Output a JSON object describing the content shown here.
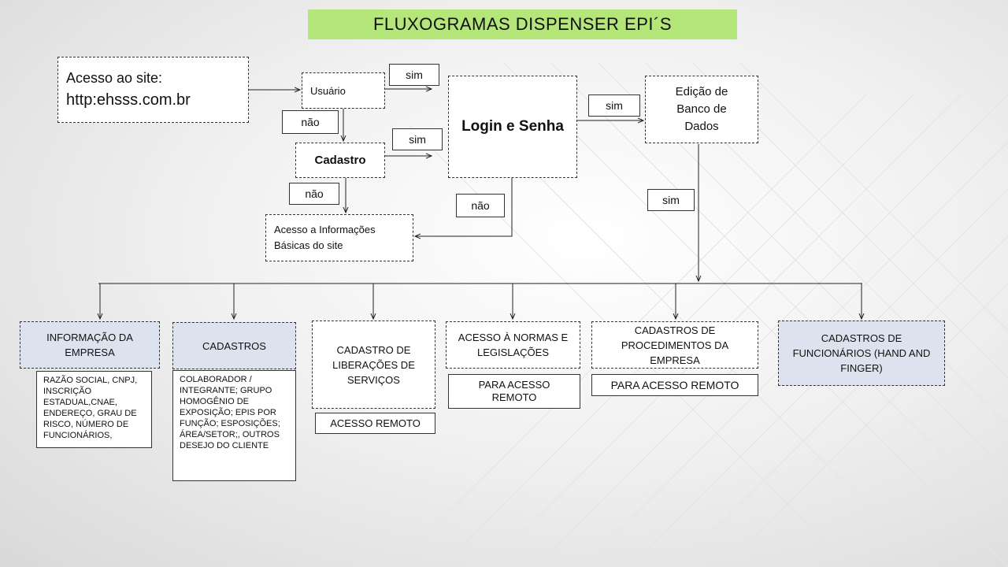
{
  "title": "FLUXOGRAMAS DISPENSER EPI´S",
  "access": {
    "line1": "Acesso ao site:",
    "line2": "http:ehsss.com.br"
  },
  "usuario": "Usuário",
  "cadastro": "Cadastro",
  "login": "Login e Senha",
  "edicao": "Edição de Banco de Dados",
  "acesso_info": "Acesso a Informações Básicas do site",
  "labels": {
    "sim": "sim",
    "nao": "não"
  },
  "categories": [
    {
      "title": "INFORMAÇÃO DA EMPRESA",
      "detail": "RAZÃO SOCIAL, CNPJ, INSCRIÇÃO ESTADUAL,CNAE, ENDEREÇO, GRAU DE RISCO, NÚMERO DE FUNCIONÁRIOS,"
    },
    {
      "title": "CADASTROS",
      "detail": "COLABORADOR / INTEGRANTE; GRUPO HOMOGÊNIO DE EXPOSIÇÃO; EPIS POR FUNÇÃO; ESPOSIÇÕES; ÁREA/SETOR;, OUTROS DESEJO DO CLIENTE"
    },
    {
      "title": "CADASTRO DE LIBERAÇÕES DE SERVIÇOS",
      "detail": "ACESSO REMOTO"
    },
    {
      "title": "ACESSO À NORMAS E LEGISLAÇÕES",
      "detail": "PARA ACESSO REMOTO"
    },
    {
      "title": "CADASTROS DE PROCEDIMENTOS DA EMPRESA",
      "detail": "PARA ACESSO REMOTO"
    },
    {
      "title": "CADASTROS DE FUNCIONÁRIOS (HAND AND FINGER)"
    }
  ]
}
